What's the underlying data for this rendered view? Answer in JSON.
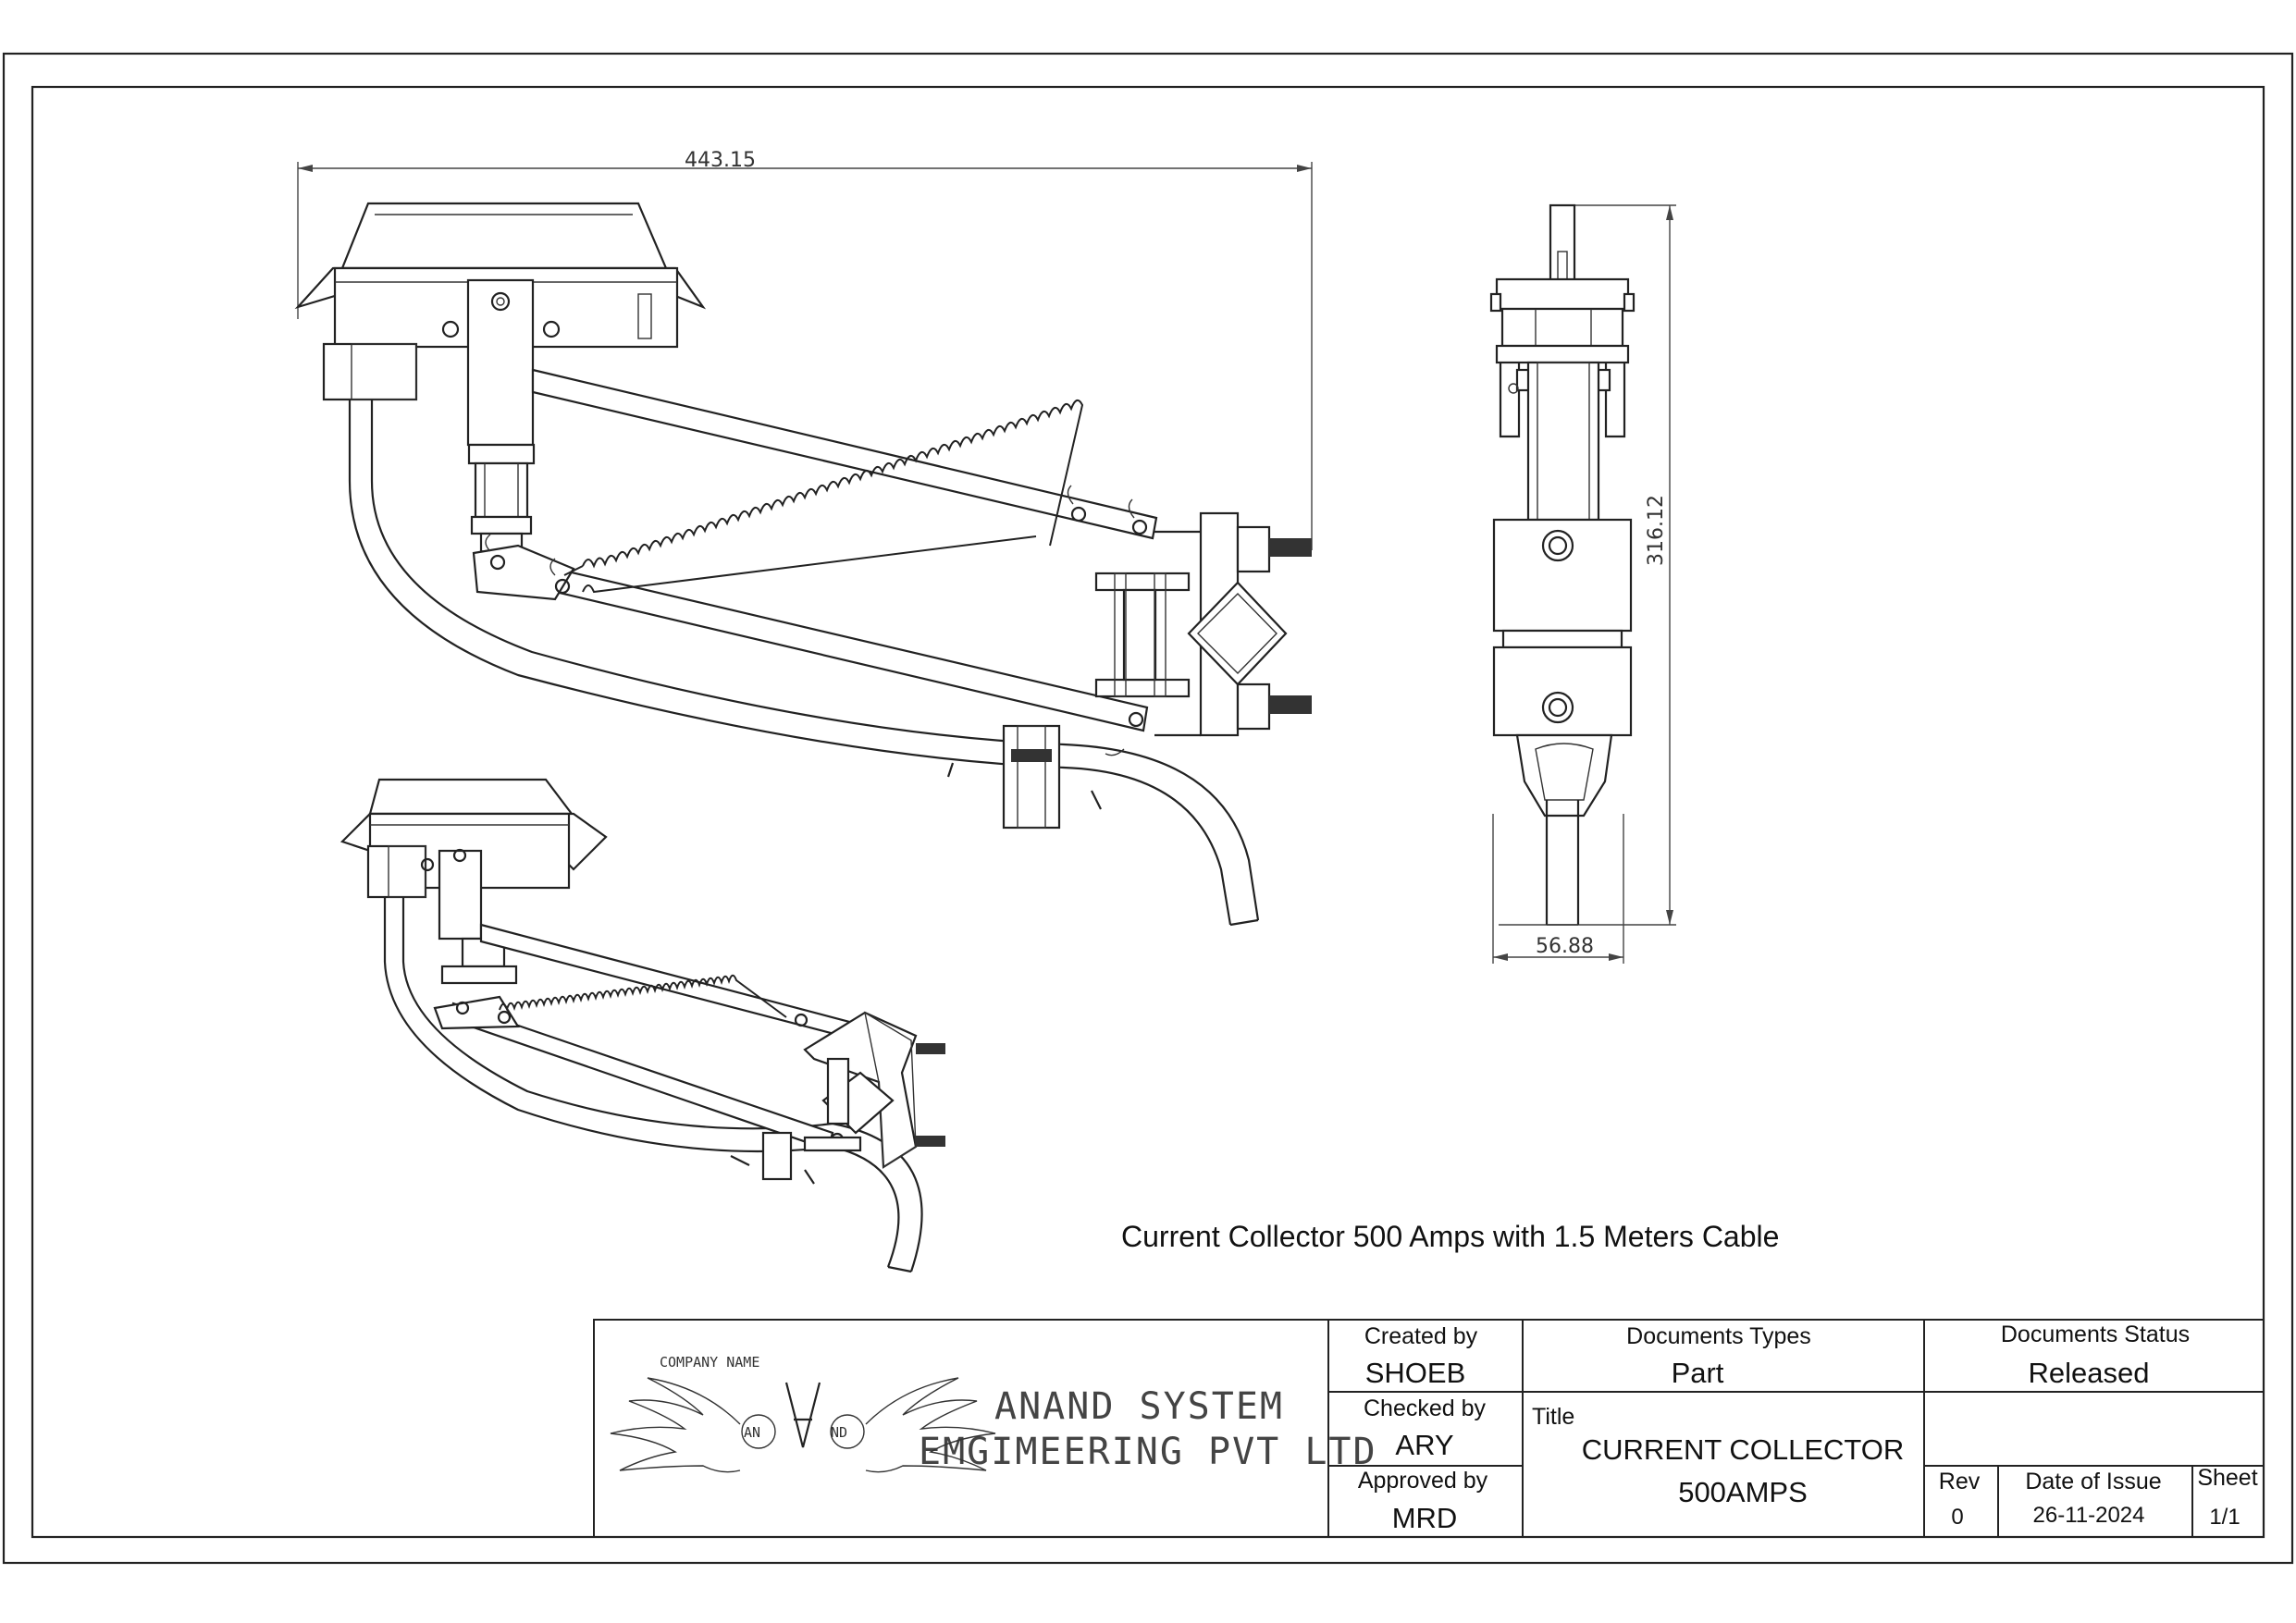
{
  "drawing": {
    "caption": "Current Collector 500 Amps with 1.5 Meters Cable",
    "dimensions": {
      "overall_length": "443.15",
      "overall_height": "316.12",
      "width": "56.88"
    }
  },
  "title_block": {
    "company_label": "COMPANY NAME",
    "company_line1": "ANAND SYSTEM",
    "company_line2": "EMGIMEERING PVT LTD",
    "logo_letters_left": "AN",
    "logo_letters_right": "ND",
    "created_by_label": "Created by",
    "created_by": "SHOEB",
    "checked_by_label": "Checked by",
    "checked_by": "ARY",
    "approved_by_label": "Approved by",
    "approved_by": "MRD",
    "doc_type_label": "Documents Types",
    "doc_type": "Part",
    "doc_status_label": "Documents Status",
    "doc_status": "Released",
    "title_label": "Title",
    "title_line1": "CURRENT COLLECTOR",
    "title_line2": "500AMPS",
    "rev_label": "Rev",
    "rev": "0",
    "date_label": "Date of Issue",
    "date": "26-11-2024",
    "sheet_label": "Sheet",
    "sheet": "1/1"
  },
  "colors": {
    "line": "#222222",
    "background": "#ffffff"
  }
}
